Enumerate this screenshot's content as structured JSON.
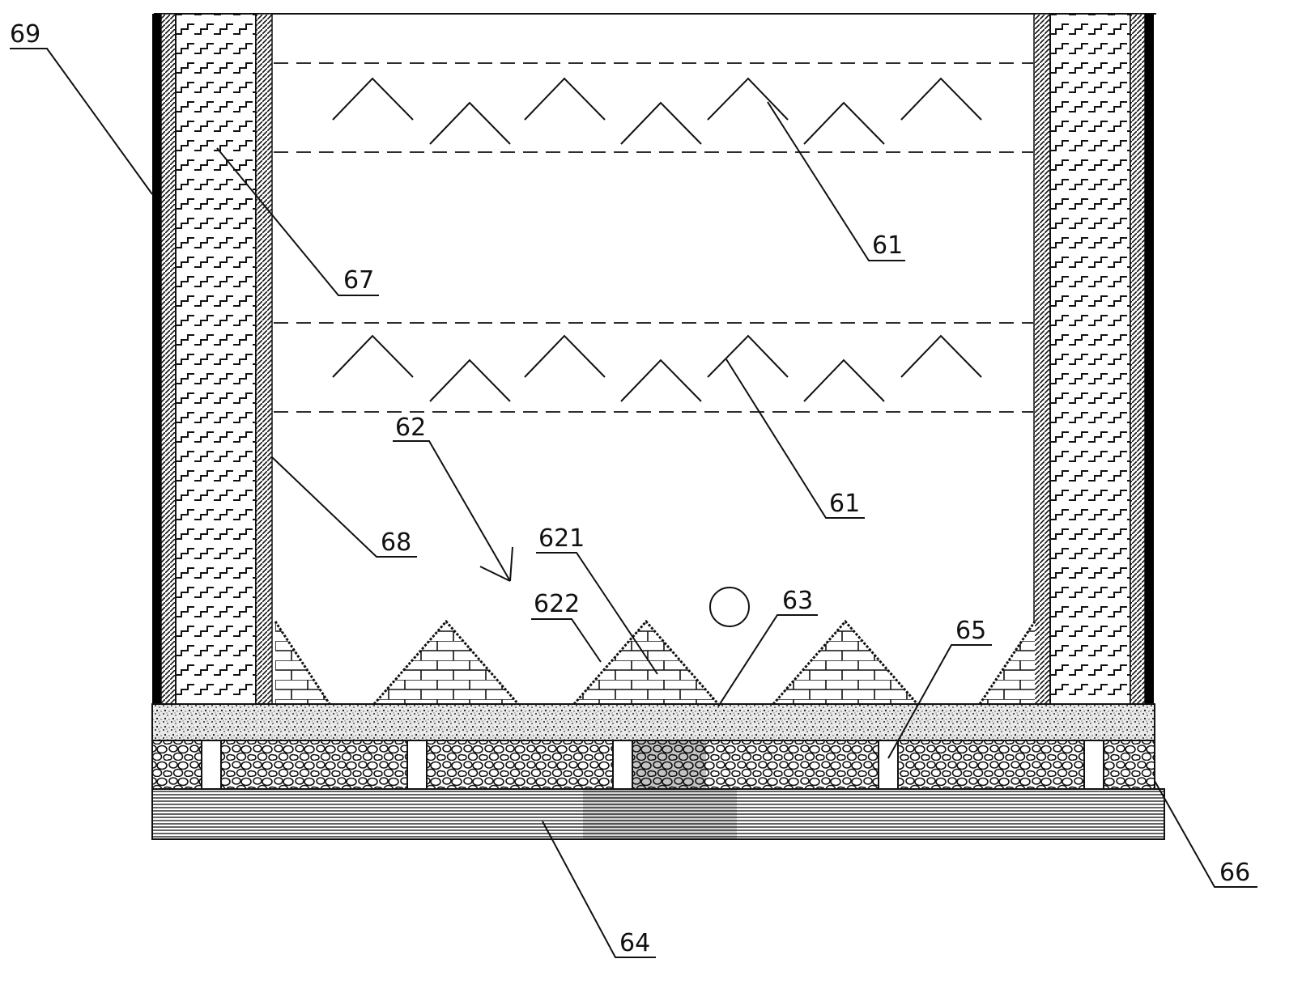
{
  "labels": {
    "l69": "69",
    "l67": "67",
    "l68": "68",
    "l61a": "61",
    "l61b": "61",
    "l62": "62",
    "l621": "621",
    "l622": "622",
    "l63": "63",
    "l65": "65",
    "l66": "66",
    "l64": "64"
  },
  "colors": {
    "ink": "#111111",
    "background": "#ffffff"
  }
}
